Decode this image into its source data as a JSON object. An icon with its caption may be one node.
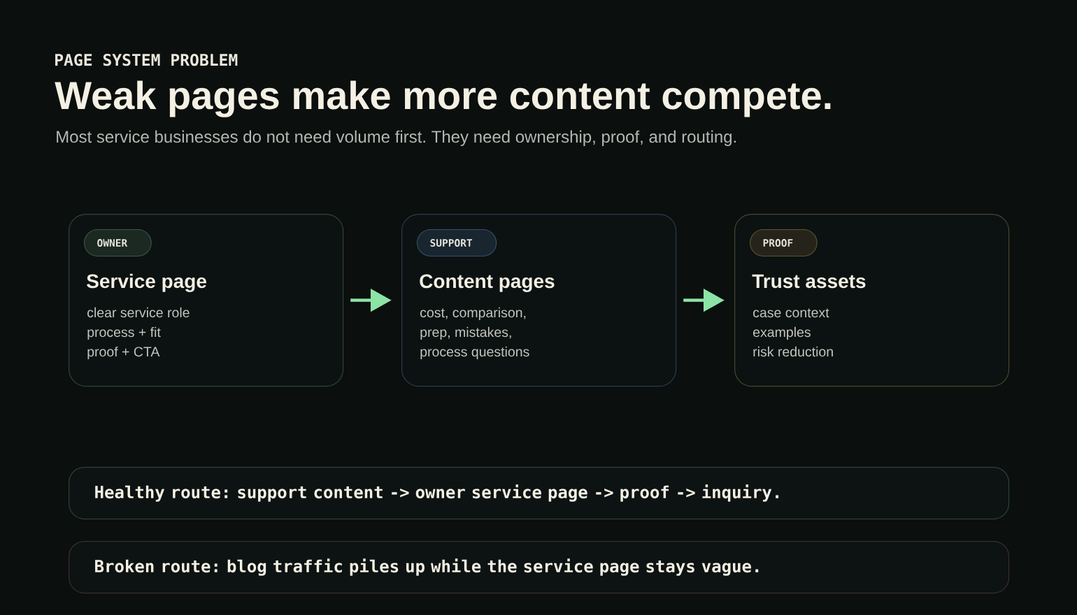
{
  "diagram": {
    "title": "Weak pages make more content compete.",
    "nodes": [
      {
        "text": [
          "Service page",
          "clear service role",
          "process + fit",
          "proof + CTA"
        ]
      },
      {
        "text": [
          "OWNER"
        ],
        "in": 0
      },
      {
        "text": [
          "Content pages",
          "cost, comparison,",
          "prep, mistakes,",
          "process questions"
        ]
      },
      {
        "text": [
          "SUPPORT"
        ],
        "in": 2
      },
      {
        "text": [
          "Trust assets",
          "case context",
          "examples",
          "risk reduction"
        ]
      },
      {
        "text": [
          "PROOF"
        ],
        "in": 4
      },
      {
        "text": [
          "Healthy route: support content -> owner service page -> proof -> inquiry."
        ]
      },
      {
        "text": [
          "Broken route: blog traffic piles up while the service page stays vague."
        ]
      }
    ],
    "edges": [
      {
        "from": 0,
        "to": 2,
        "arrow": "to"
      },
      {
        "from": 2,
        "to": 4,
        "arrow": "to"
      }
    ],
    "labels": [
      "PAGE SYSTEM PROBLEM",
      "Most service businesses do not need volume first. They need ownership, proof, and routing."
    ]
  }
}
